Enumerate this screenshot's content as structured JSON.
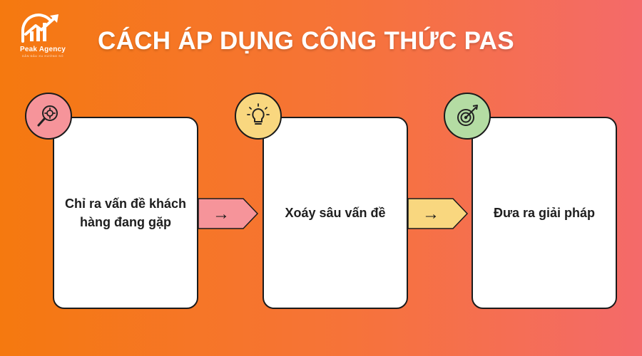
{
  "logo": {
    "name": "Peak Agency",
    "tagline": "DẪN ĐẦU XU HƯỚNG SỐ"
  },
  "title": "CÁCH ÁP DỤNG CÔNG THỨC PAS",
  "colors": {
    "badge_1": "#f6949a",
    "badge_2": "#f9d77f",
    "badge_3": "#b4dca3",
    "arrow_1": "#f6949a",
    "arrow_2": "#f9d77f"
  },
  "steps": [
    {
      "label": "Chỉ ra vấn đề khách hàng đang gặp",
      "icon": "search-gear-icon"
    },
    {
      "label": "Xoáy sâu vấn đề",
      "icon": "lightbulb-icon"
    },
    {
      "label": "Đưa ra giải pháp",
      "icon": "target-icon"
    }
  ],
  "arrows": [
    "→",
    "→"
  ]
}
